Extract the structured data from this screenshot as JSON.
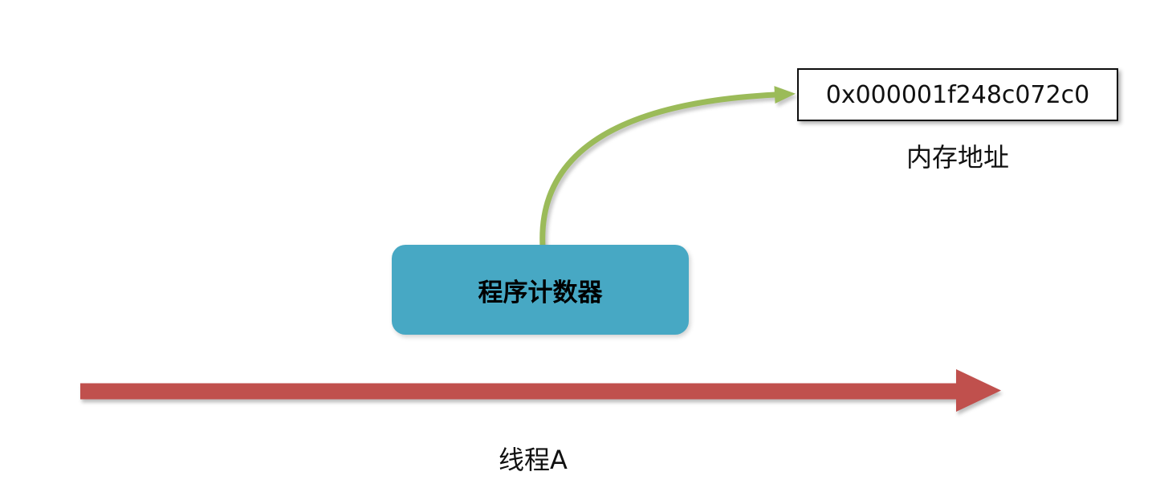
{
  "colors": {
    "canvas-bg": "#ffffff",
    "teal": "#47A8C4",
    "green": "#9BBB59",
    "red": "#C0504D",
    "border-black": "#0d0d0d"
  },
  "diagram": {
    "pc_box": {
      "label": "程序计数器"
    },
    "address_box": {
      "value": "0x000001f248c072c0",
      "caption": "内存地址"
    },
    "thread_label": "线程A",
    "shapes": {
      "pointer_connector": "green-curved-arrow",
      "timeline": "red-right-arrow"
    }
  }
}
